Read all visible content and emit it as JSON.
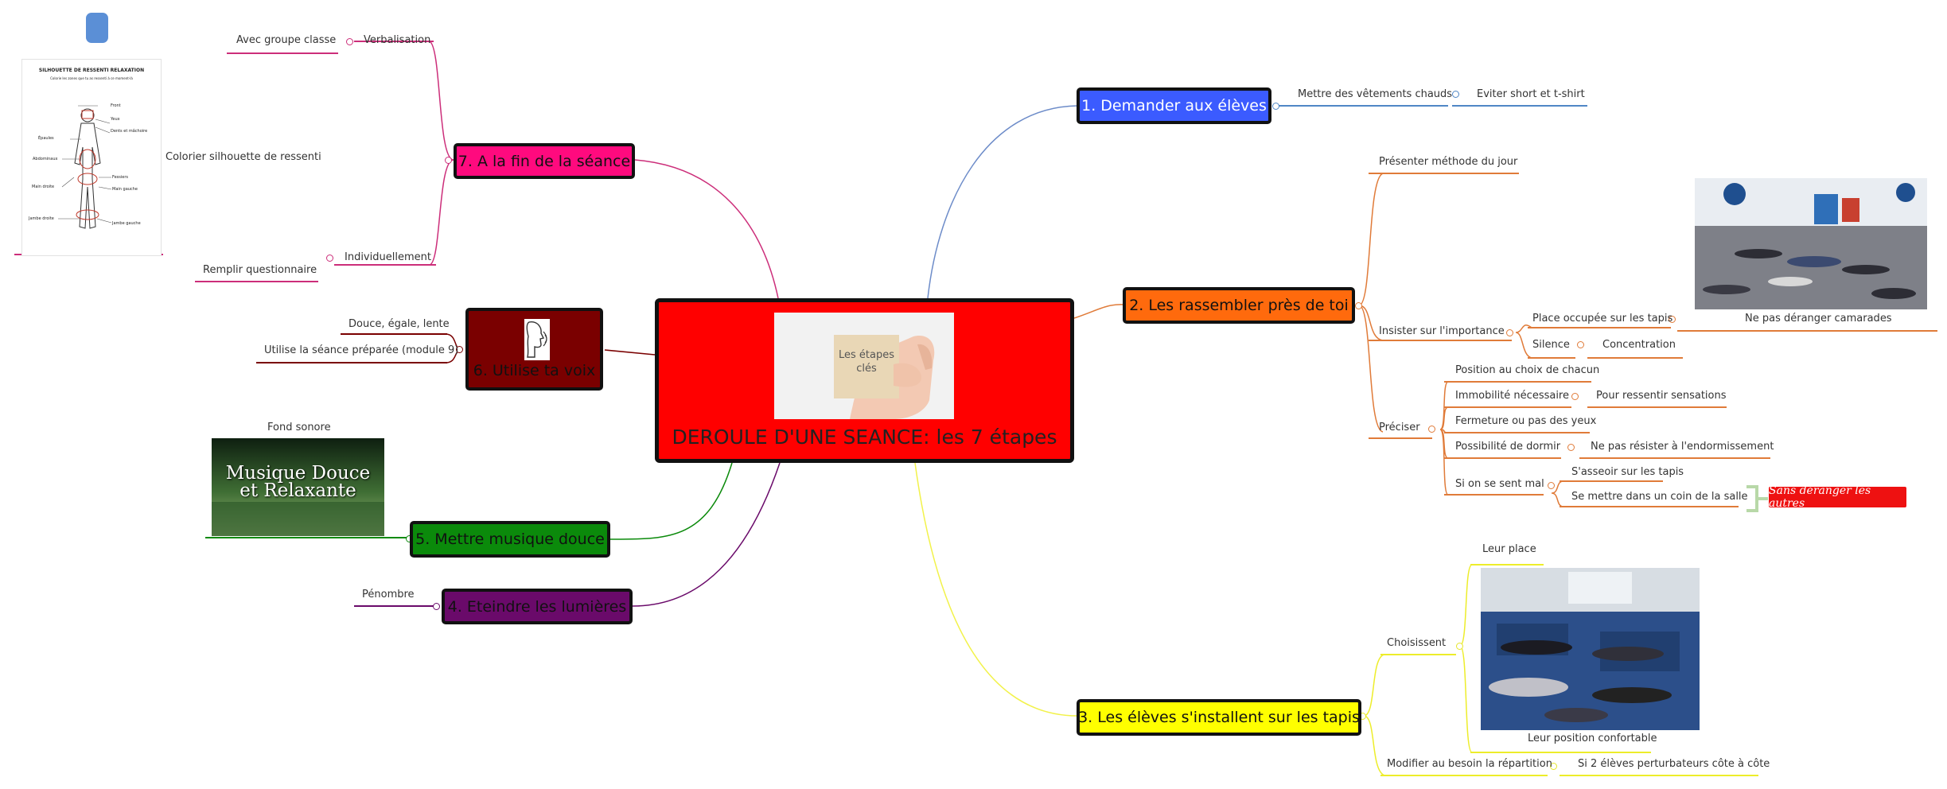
{
  "central": {
    "title": "DEROULE D'UNE SEANCE: les 7 étapes",
    "card_text_1": "Les étapes",
    "card_text_2": "clés"
  },
  "topics": {
    "t1": "1. Demander aux élèves",
    "t2": "2. Les rassembler près de toi",
    "t3": "3. Les élèves s'installent sur les tapis",
    "t4": "4. Eteindre les lumières",
    "t5": "5. Mettre musique douce",
    "t6": "6. Utilise ta voix",
    "t7": "7. A la fin de la séance"
  },
  "branch1": {
    "a": "Mettre des vêtements chauds",
    "b": "Eviter short et t-shirt"
  },
  "branch2": {
    "presenter": "Présenter méthode du jour",
    "insister": "Insister sur l'importance",
    "place": "Place occupée sur les tapis",
    "ne_pas": "Ne pas déranger camarades",
    "silence": "Silence",
    "concentration": "Concentration",
    "preciser": "Préciser",
    "position": "Position au choix de chacun",
    "immobilite": "Immobilité nécessaire",
    "ressentir": "Pour ressentir sensations",
    "fermeture": "Fermeture ou pas des yeux",
    "possibilite": "Possibilité de dormir",
    "resister": "Ne pas résister à l'endormissement",
    "mal": "Si on se sent mal",
    "asseoir": "S'asseoir sur les tapis",
    "coin": "Se mettre dans un coin de la salle",
    "sans_deranger": "Sans déranger les autres"
  },
  "branch3": {
    "choisissent": "Choisissent",
    "leur_place": "Leur place",
    "leur_position": "Leur position confortable",
    "modifier": "Modifier au besoin la répartition",
    "si2": "Si 2 élèves perturbateurs côte à côte"
  },
  "branch4": {
    "penombre": "Pénombre"
  },
  "branch5": {
    "fond": "Fond sonore",
    "music_line1": "Musique Douce",
    "music_line2": "et Relaxante"
  },
  "branch6": {
    "douce": "Douce, égale, lente",
    "utilise": "Utilise la séance préparée (module 9)"
  },
  "branch7": {
    "avec": "Avec groupe classe",
    "verbalisation": "Verbalisation",
    "colorier": "Colorier silhouette de ressenti",
    "individuellement": "Individuellement",
    "remplir": "Remplir questionnaire",
    "sil_title": "SILHOUETTE DE RESSENTI RELAXATION",
    "sil_sub": "Colorie les zones que tu as ressenti à ce moment-là",
    "sil_labels": [
      "Front",
      "Yeux",
      "Dents et mâchoire",
      "Épaules",
      "Abdominaux",
      "Fessiers",
      "Main droite",
      "Main gauche",
      "Jambe droite",
      "Jambe gauche"
    ]
  },
  "colors": {
    "blue": "#3b5bff",
    "orange": "#ff6a0d",
    "yellow": "#ffff00",
    "purple": "#6a0a6a",
    "green": "#0b8a0b",
    "darkred": "#7a0000",
    "pink": "#ff0a7e",
    "central": "#ff0000"
  }
}
